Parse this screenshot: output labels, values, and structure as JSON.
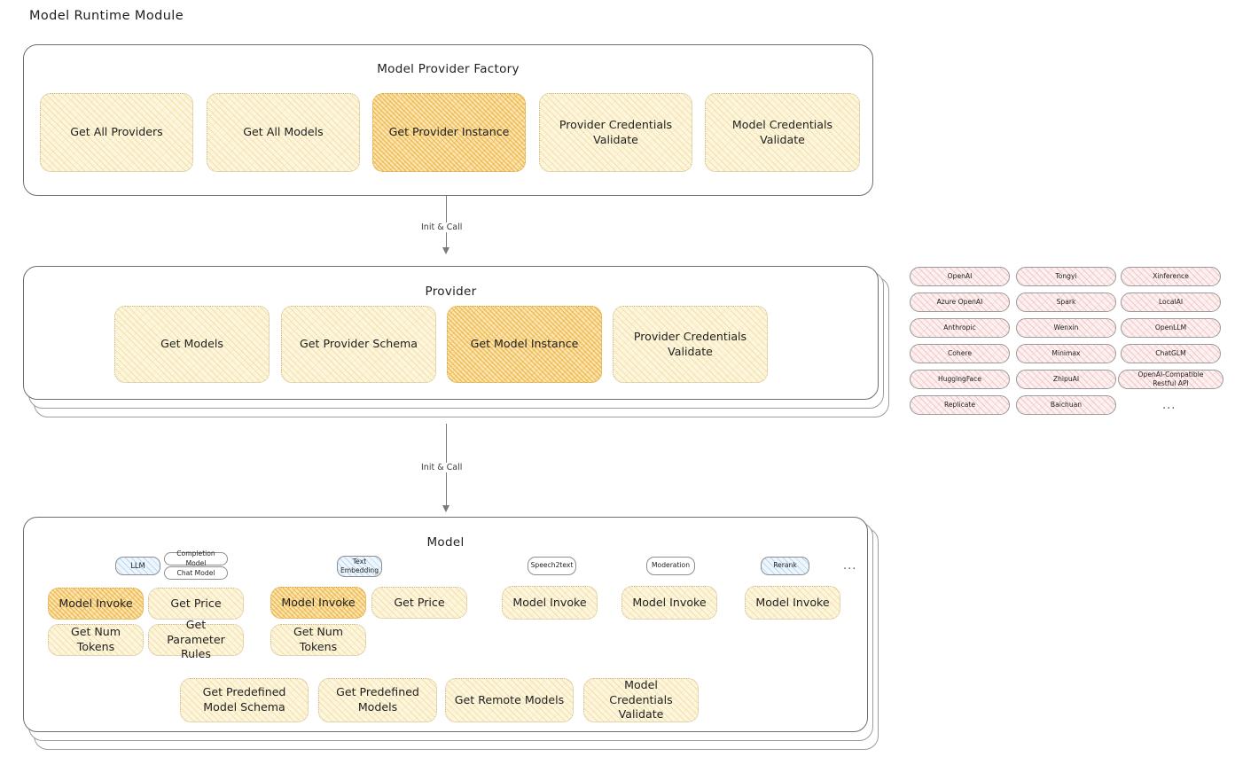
{
  "page": {
    "title": "Model Runtime Module",
    "background": "#ffffff",
    "accent_yellow": "#fdf6df",
    "accent_orange": "#fbe5b4",
    "accent_rose": "#fdf0f0",
    "accent_blue": "#eef6fd"
  },
  "factory": {
    "title": "Model Provider Factory",
    "boxes": [
      {
        "label": "Get All Providers",
        "style": "fill-yellow"
      },
      {
        "label": "Get All Models",
        "style": "fill-yellow"
      },
      {
        "label": "Get Provider Instance",
        "style": "fill-orange"
      },
      {
        "label": "Provider Credentials Validate",
        "style": "fill-yellow"
      },
      {
        "label": "Model Credentials Validate",
        "style": "fill-yellow"
      }
    ]
  },
  "arrows": [
    {
      "label": "Init & Call"
    },
    {
      "label": "Init & Call"
    }
  ],
  "provider": {
    "title": "Provider",
    "boxes": [
      {
        "label": "Get Models",
        "style": "fill-yellow"
      },
      {
        "label": "Get Provider Schema",
        "style": "fill-yellow"
      },
      {
        "label": "Get Model Instance",
        "style": "fill-orange"
      },
      {
        "label": "Provider Credentials Validate",
        "style": "fill-yellow"
      }
    ]
  },
  "provider_list": {
    "columns": [
      {
        "items": [
          "OpenAI",
          "Azure OpenAI",
          "Anthropic",
          "Cohere",
          "HuggingFace",
          "Replicate"
        ]
      },
      {
        "items": [
          "Tongyi",
          "Spark",
          "Wenxin",
          "Minimax",
          "ZhipuAI",
          "Baichuan"
        ]
      },
      {
        "items": [
          "Xinference",
          "LocalAI",
          "OpenLLM",
          "ChatGLM",
          "OpenAI-Compatible Restful API"
        ]
      }
    ],
    "more": "..."
  },
  "model": {
    "title": "Model",
    "more": "...",
    "types": [
      {
        "badge": "LLM",
        "badge_style": "fill-blue",
        "subtypes": [
          "Completion Model",
          "Chat Model"
        ],
        "methods": [
          {
            "label": "Model Invoke",
            "style": "fill-orange"
          },
          {
            "label": "Get Price",
            "style": "fill-yellow"
          },
          {
            "label": "Get Num Tokens",
            "style": "fill-yellow"
          },
          {
            "label": "Get Parameter Rules",
            "style": "fill-yellow"
          }
        ]
      },
      {
        "badge": "Text Embedding",
        "badge_style": "fill-blue",
        "subtypes": [],
        "methods": [
          {
            "label": "Model Invoke",
            "style": "fill-orange"
          },
          {
            "label": "Get Price",
            "style": "fill-yellow"
          },
          {
            "label": "Get Num Tokens",
            "style": "fill-yellow"
          }
        ]
      },
      {
        "badge": "Speech2text",
        "badge_style": "fill-none",
        "subtypes": [],
        "methods": [
          {
            "label": "Model Invoke",
            "style": "fill-yellow"
          }
        ]
      },
      {
        "badge": "Moderation",
        "badge_style": "fill-none",
        "subtypes": [],
        "methods": [
          {
            "label": "Model Invoke",
            "style": "fill-yellow"
          }
        ]
      },
      {
        "badge": "Rerank",
        "badge_style": "fill-blue",
        "subtypes": [],
        "methods": [
          {
            "label": "Model Invoke",
            "style": "fill-yellow"
          }
        ]
      }
    ],
    "common_methods": [
      {
        "label": "Get Predefined Model Schema",
        "style": "fill-yellow"
      },
      {
        "label": "Get Predefined Models",
        "style": "fill-yellow"
      },
      {
        "label": "Get Remote Models",
        "style": "fill-yellow"
      },
      {
        "label": "Model Credentials Validate",
        "style": "fill-yellow"
      }
    ]
  }
}
